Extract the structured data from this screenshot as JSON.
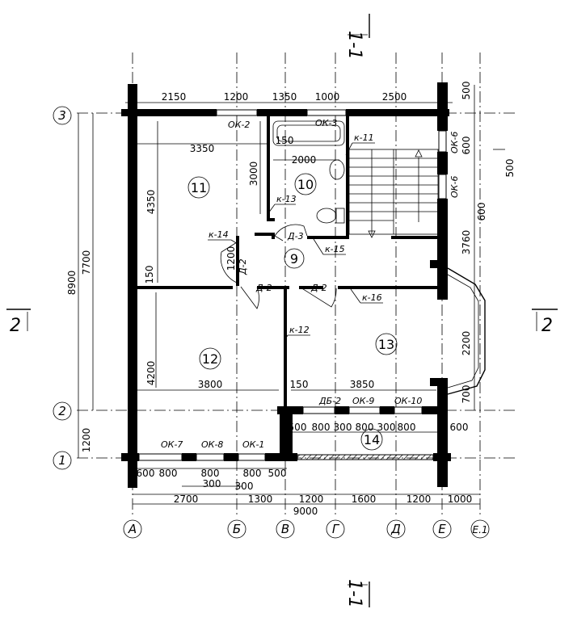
{
  "rooms": [
    "11",
    "10",
    "9",
    "12",
    "13",
    "14"
  ],
  "axes": {
    "cols": [
      "А",
      "Б",
      "В",
      "Г",
      "Д",
      "Е",
      "Е.1"
    ],
    "rows": [
      "1",
      "2",
      "3"
    ]
  },
  "section_mark": "2",
  "section_cut": "1-1",
  "top_dims": [
    "2150",
    "1200",
    "1350",
    "1000",
    "2500"
  ],
  "right_top_dims": [
    "500",
    "600",
    "500",
    "600"
  ],
  "right_dims": [
    "3760",
    "2200",
    "700"
  ],
  "left_dims": [
    "8900",
    "7700",
    "1200"
  ],
  "inner_dims": [
    "3350",
    "2000",
    "4350",
    "3000",
    "150",
    "150",
    "1200",
    "4200",
    "3800",
    "150",
    "3850"
  ],
  "balcony_dims": [
    "500",
    "800",
    "300",
    "800",
    "300",
    "800",
    "600"
  ],
  "bottom_window_dims": [
    "600",
    "800",
    "800",
    "800",
    "500",
    "300",
    "300"
  ],
  "bottom_dims": [
    "2700",
    "1300",
    "1200",
    "1600",
    "1200",
    "1000"
  ],
  "total_dim": "9000",
  "openings": {
    "ok2": "ОК-2",
    "ok3": "ОК-3",
    "ok6a": "ОК-6",
    "ok6b": "ОК-6",
    "ok7": "ОК-7",
    "ok8": "ОК-8",
    "ok1": "ОК-1",
    "ok9": "ОК-9",
    "ok10": "ОК-10",
    "db2": "ДБ-2",
    "d2a": "Д-2",
    "d2b": "Д-2",
    "d2c": "Д-2",
    "d3": "Д-3"
  },
  "partitions": [
    "к-11",
    "к-13",
    "к-14",
    "к-15",
    "к-16",
    "к-12"
  ]
}
